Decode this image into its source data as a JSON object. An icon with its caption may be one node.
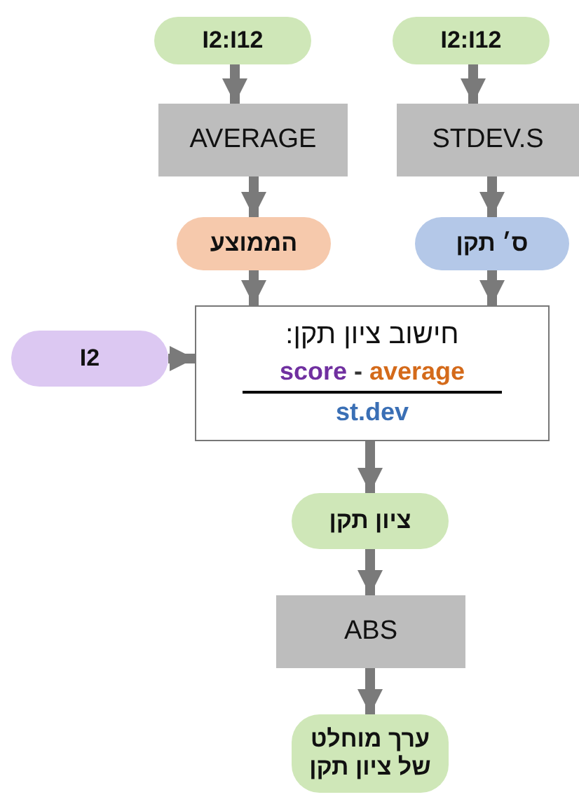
{
  "diagram": {
    "nodes": [
      {
        "text": [
          "I2:I12"
        ]
      },
      {
        "text": [
          "I2:I12"
        ]
      },
      {
        "text": [
          "AVERAGE"
        ]
      },
      {
        "text": [
          "STDEV.S"
        ]
      },
      {
        "text": [
          "הממוצע"
        ]
      },
      {
        "text": [
          "ס׳ תקן"
        ]
      },
      {
        "text": [
          "חישוב ציון תקן:",
          "score",
          "-",
          "average",
          "st.dev"
        ]
      },
      {
        "text": [
          "I2"
        ]
      },
      {
        "text": [
          "ציון תקן"
        ]
      },
      {
        "text": [
          "ABS"
        ]
      },
      {
        "text": [
          "ערך מוחלט של ציון תקן"
        ]
      }
    ],
    "edges": [
      {
        "from": 0,
        "to": 2,
        "arrow": "to"
      },
      {
        "from": 1,
        "to": 3,
        "arrow": "to"
      },
      {
        "from": 2,
        "to": 4,
        "arrow": "to"
      },
      {
        "from": 3,
        "to": 5,
        "arrow": "to"
      },
      {
        "from": 4,
        "to": 6,
        "arrow": "to"
      },
      {
        "from": 5,
        "to": 6,
        "arrow": "to"
      },
      {
        "from": 7,
        "to": 6,
        "arrow": "to"
      },
      {
        "from": 6,
        "to": 8,
        "arrow": "to"
      },
      {
        "from": 8,
        "to": 9,
        "arrow": "to"
      },
      {
        "from": 9,
        "to": 10,
        "arrow": "to"
      }
    ]
  }
}
